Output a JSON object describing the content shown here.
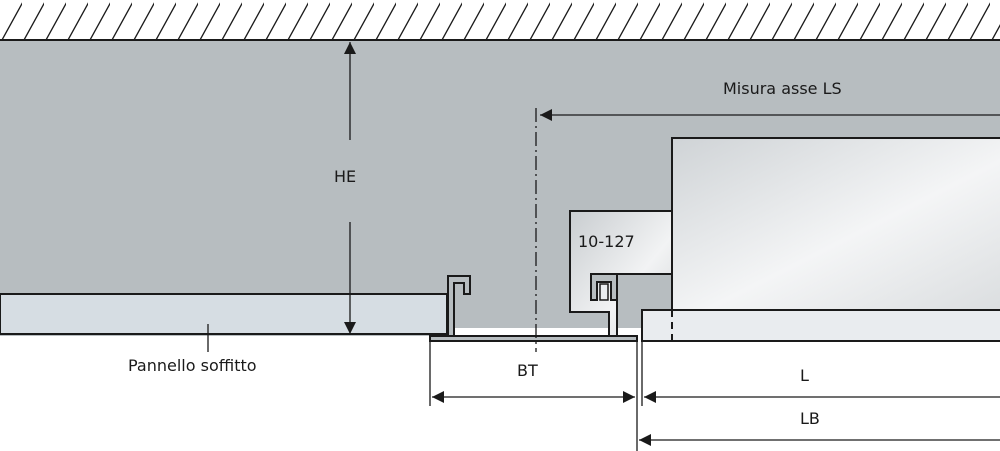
{
  "labels": {
    "he": "HE",
    "misura_asse": "Misura asse LS",
    "part_code": "10-127",
    "pannello": "Pannello soffitto",
    "bt": "BT",
    "l": "L",
    "lb": "LB"
  },
  "colors": {
    "void": "#b7bdc0",
    "panel": "#d6dde3",
    "unit": "#e9ecef",
    "line": "#1a1a1a",
    "background": "#ffffff"
  }
}
